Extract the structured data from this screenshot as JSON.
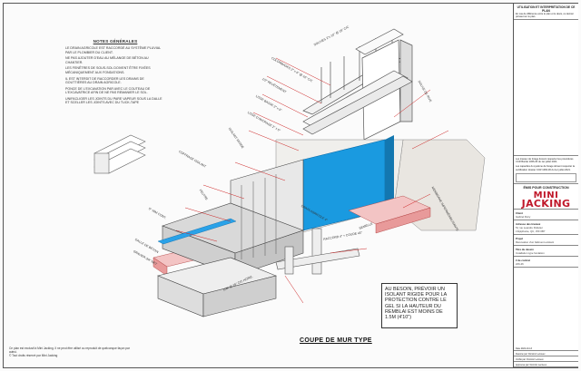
{
  "notes": {
    "title": "NOTES GÉNÉRALES",
    "items": [
      "LE DRAIN AGRICOLE EST RACCORDÉ AU SYSTÈME PLUVIAL PAR LE PLOMBIER DU CLIENT.",
      "NE PAS AJOUTER D'EAU AU MÉLANGE DE BÉTON AU CHANTIER.",
      "LES FENÊTRES DE SOUS-SOL DOIVENT ÊTRE FIXÉES MÉCANIQUEMENT AUX FONDATIONS.",
      "IL EST INTERDIT DE RACCORDER LES DRAINS DE GOUTTIÈRES AU DRAIN AGRICOLE.",
      "PONCE DE L'EXCAVATION PAR AVEC LE COUTEAU DE L'EXCAVATRICE AFIN DE NE PAS REMANIER LE SOL.",
      "UNIFACLIGER LES JOINTS DU PARE VAPEUR SOUS LA DALLE ET SCELLER LES JOINTS AVEC DU TUCK-TAPE"
    ]
  },
  "callouts": [
    "SOLIVES 2\"x 10\" @ 16\" C/C",
    "COLOMBAGES 2\" x 6\" @ 16\" C/C",
    "1/2\" REVÊTEMENT",
    "LISSE BASSE 2\" x 6\"",
    "LISSE D'ANCRAGE 2\" x 6\"",
    "SOLIVE DE RIVE",
    "ISOLANT RIGIDE",
    "COFFRAGE ISOLANT",
    "5\" 10M CONT.",
    "DALLE DE BÉTON",
    "GRAVIER 3/4\" NET",
    "FEUTRE",
    "DRAIN AGRICOLE 4\"",
    "RACCORD 4\" + COUDE 45°",
    "MEMBRANE IMPERMÉABILISANTE",
    "SEMELLE",
    "10M @ 16\" C/C HORIZ."
  ],
  "note_box": "AU BESOIN, PRÉVOIR UN ISOLANT RIGIDE POUR LA PROTECTION CONTRE LE GEL SI LA HAUTEUR DU REMBLAI EST MOINS DE 1.5M (4'10\")",
  "drawing_title": "COUPE DE MUR TYPE",
  "footer": [
    "Ce plan est exclusif à Mini Jacking. Il ne peut être utilisé ou reproduit de quelconque façon par autrui.",
    "© Tout droits réservé par Mini Jacking"
  ],
  "title_block": {
    "header": "UTILISATION ET INTERPRÉTATION DE CE PLAN",
    "header_note": "En cas de différence entre le plan et le devis, ce dernier prévaut sur le plan.",
    "body_note": "Les travaux de forage doivent respecter les procédures CCR Bordet 1066-06 du 1er juillet 2021.",
    "body_note2": "Les capacités du système de forage doivent respecter la certification dossier CCR 1066-06 du 1er juillet 2021.",
    "emission": "ÉMIS POUR CONSTRUCTION",
    "logo_line1": "MINI",
    "logo_line2": "JACKING",
    "client_label": "Client",
    "client_value": "Gabriel Petry",
    "address_label": "Adresse des travaux",
    "address_value": "51 rue Leandre Pelletier\nL'Épiphanie, QC, J5X 0B7",
    "project_label": "Projet",
    "project_value": "Rénovation d'un bâtiment existant",
    "drawing_label": "Titre du dessin",
    "drawing_value": "Installation type fondation",
    "number_label": "# de contrat",
    "number_value": "226-26",
    "rev_rows": [
      "Date     2022-10-13",
      "Dessiné par:  Dominic Lemieux",
      "Vérifié par:  Dominic Lemieux",
      "Approuvé par:  Dominic Lemieux"
    ]
  }
}
